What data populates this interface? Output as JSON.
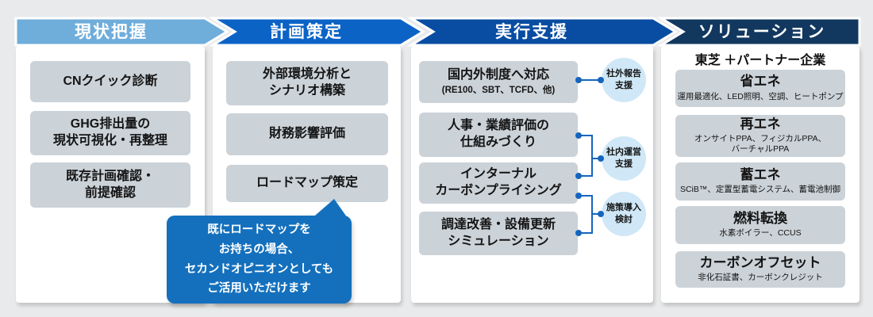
{
  "diagram_title": "CN consulting process flow",
  "colors": {
    "background": "#e9eaeb",
    "panel": "#ffffff",
    "step_box": "#cbd2d8",
    "header_stage1": "#6fadcb",
    "header_stage1_fill": "#6faddb",
    "header_stage2": "#0b63c6",
    "header_stage3": "#094da2",
    "header_stage4": "#123860",
    "connector": "#1565be",
    "badge_fill": "#cfe7f6",
    "bubble_fill": "#1470bd",
    "text": "#141414"
  },
  "stages": [
    {
      "header": "現状把握",
      "items": [
        "CNクイック診断",
        "GHG排出量の\n現状可視化・再整理",
        "既存計画確認・\n前提確認"
      ]
    },
    {
      "header": "計画策定",
      "items": [
        "外部環境分析と\nシナリオ構築",
        "財務影響評価",
        "ロードマップ策定"
      ]
    },
    {
      "header": "実行支援",
      "items": [
        "国内外制度へ対応",
        "人事・業績評価の\n仕組みづくり",
        "インターナル\nカーボンプライシング",
        "調達改善・設備更新\nシミュレーション"
      ],
      "item1_sub": "(RE100、SBT、TCFD、他)",
      "badges": [
        "社外報告\n支援",
        "社内運営\n支援",
        "施策導入\n検討"
      ]
    },
    {
      "header": "ソリューション",
      "partner_label": "東芝 ＋パートナー企業",
      "solutions": [
        {
          "title": "省エネ",
          "detail": "運用最適化、LED照明、空調、ヒートポンプ"
        },
        {
          "title": "再エネ",
          "detail": "オンサイトPPA、フィジカルPPA、\nバーチャルPPA"
        },
        {
          "title": "蓄エネ",
          "detail": "SCiB™、定置型蓄電システム、蓄電池制御"
        },
        {
          "title": "燃料転換",
          "detail": "水素ボイラー、CCUS"
        },
        {
          "title": "カーボンオフセット",
          "detail": "非化石証書、カーボンクレジット"
        }
      ]
    }
  ],
  "bubble": {
    "text": "既にロードマップを\nお持ちの場合、\nセカンドオピニオンとしても\nご活用いただけます"
  }
}
